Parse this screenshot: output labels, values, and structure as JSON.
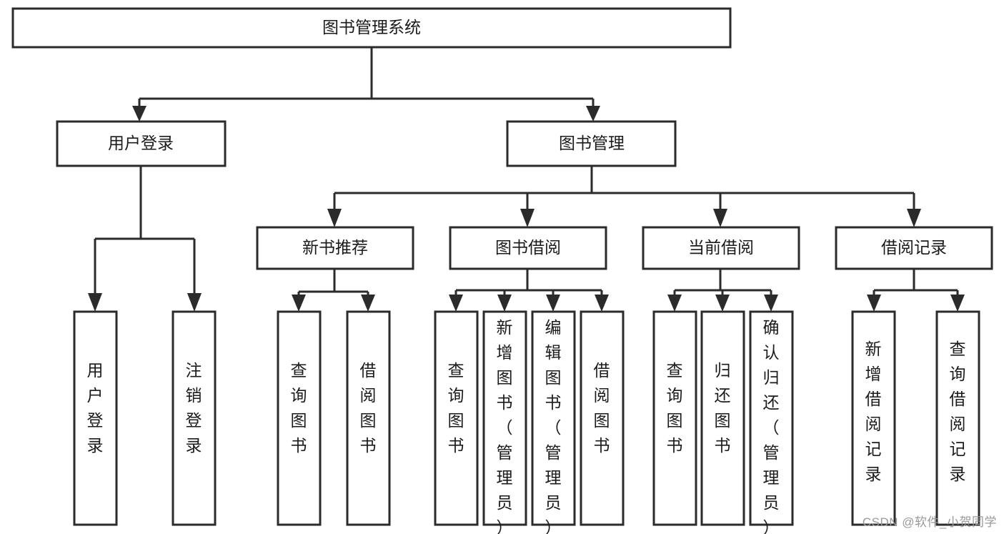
{
  "diagram": {
    "type": "tree-hierarchy",
    "title": "图书管理系统",
    "watermark": "CSDN @软件_小贺同学",
    "colors": {
      "stroke": "#2b2b2b",
      "fill": "#ffffff",
      "text": "#1b1b1b",
      "watermark": "#9a9a9a"
    },
    "levels": {
      "root": {
        "label": "图书管理系统",
        "orientation": "horizontal"
      },
      "level2": [
        {
          "id": "user-login",
          "label": "用户登录",
          "orientation": "horizontal"
        },
        {
          "id": "book-manage",
          "label": "图书管理",
          "orientation": "horizontal"
        }
      ],
      "level3": [
        {
          "id": "new-book-recommend",
          "label": "新书推荐",
          "orientation": "horizontal",
          "parent": "book-manage"
        },
        {
          "id": "book-borrow",
          "label": "图书借阅",
          "orientation": "horizontal",
          "parent": "book-manage"
        },
        {
          "id": "current-borrow",
          "label": "当前借阅",
          "orientation": "horizontal",
          "parent": "book-manage"
        },
        {
          "id": "borrow-record",
          "label": "借阅记录",
          "orientation": "horizontal",
          "parent": "book-manage"
        }
      ],
      "leaves": [
        {
          "id": "leaf-user-login",
          "label": "用户登录",
          "orientation": "vertical",
          "parent": "user-login"
        },
        {
          "id": "leaf-user-logout",
          "label": "注销登录",
          "orientation": "vertical",
          "parent": "user-login"
        },
        {
          "id": "leaf-query-book-1",
          "label": "查询图书",
          "orientation": "vertical",
          "parent": "new-book-recommend"
        },
        {
          "id": "leaf-borrow-book-1",
          "label": "借阅图书",
          "orientation": "vertical",
          "parent": "new-book-recommend"
        },
        {
          "id": "leaf-query-book-2",
          "label": "查询图书",
          "orientation": "vertical",
          "parent": "book-borrow"
        },
        {
          "id": "leaf-add-book",
          "label": "新增图书（管理员）",
          "orientation": "vertical",
          "parent": "book-borrow"
        },
        {
          "id": "leaf-edit-book",
          "label": "编辑图书（管理员）",
          "orientation": "vertical",
          "parent": "book-borrow"
        },
        {
          "id": "leaf-borrow-book-2",
          "label": "借阅图书",
          "orientation": "vertical",
          "parent": "book-borrow"
        },
        {
          "id": "leaf-query-book-3",
          "label": "查询图书",
          "orientation": "vertical",
          "parent": "current-borrow"
        },
        {
          "id": "leaf-return-book",
          "label": "归还图书",
          "orientation": "vertical",
          "parent": "current-borrow"
        },
        {
          "id": "leaf-confirm-return",
          "label": "确认归还（管理员）",
          "orientation": "vertical",
          "parent": "current-borrow"
        },
        {
          "id": "leaf-add-record",
          "label": "新增借阅记录",
          "orientation": "vertical",
          "parent": "borrow-record"
        },
        {
          "id": "leaf-query-record",
          "label": "查询借阅记录",
          "orientation": "vertical",
          "parent": "borrow-record"
        }
      ]
    }
  }
}
